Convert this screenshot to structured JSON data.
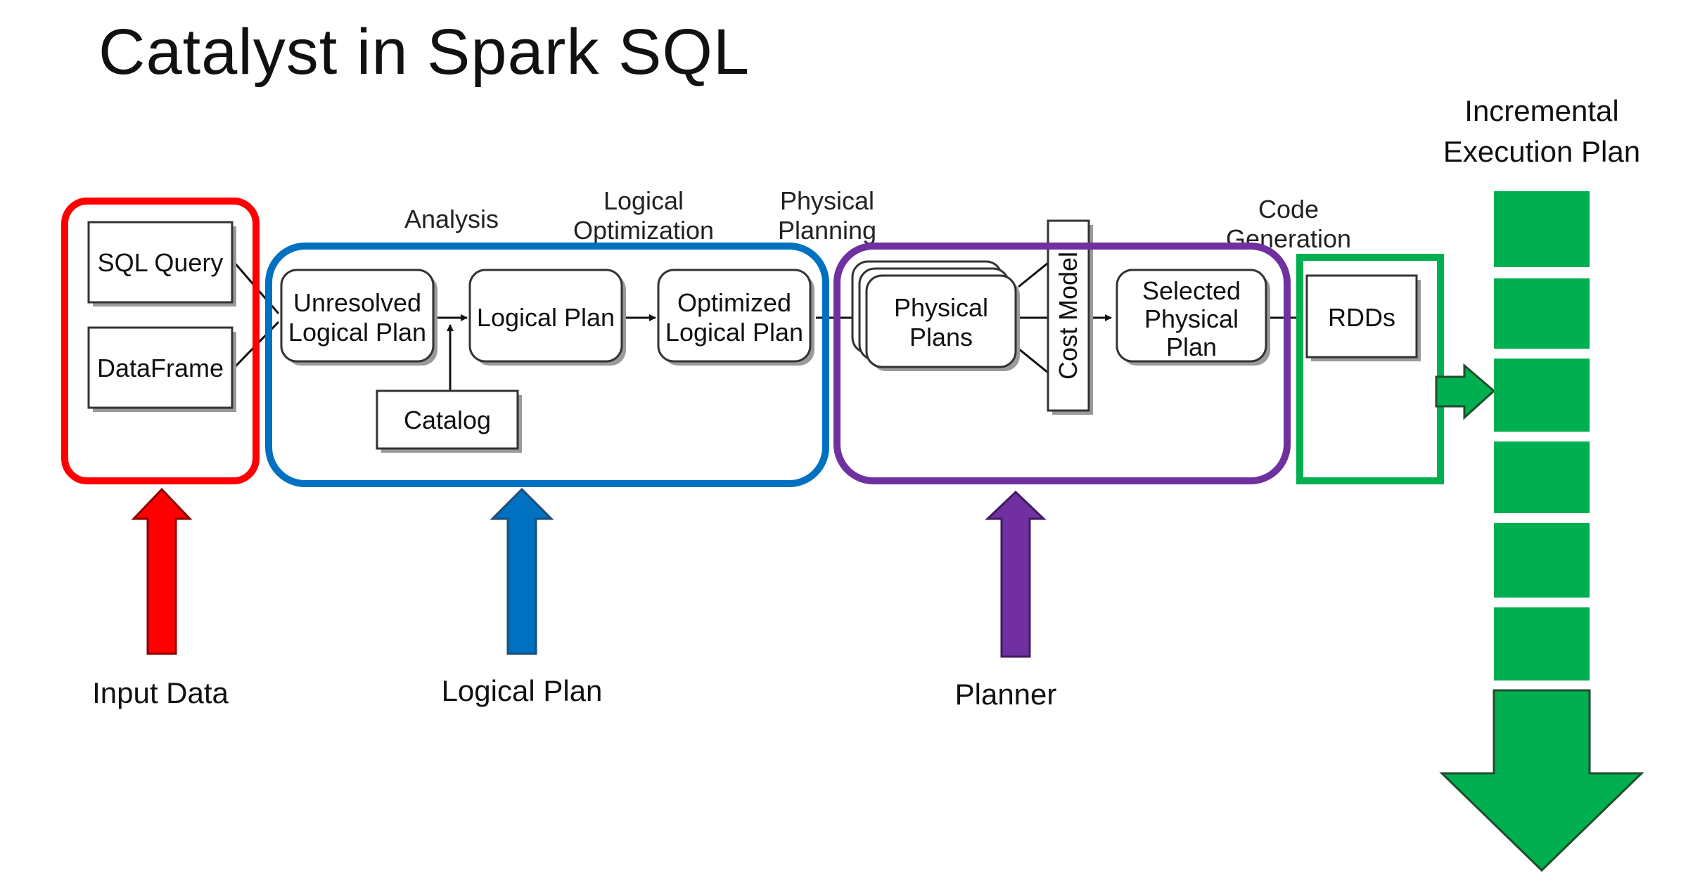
{
  "title": "Catalyst in Spark SQL",
  "stage_labels": {
    "analysis": "Analysis",
    "logical_optimization": [
      "Logical",
      "Optimization"
    ],
    "physical_planning": [
      "Physical",
      "Planning"
    ],
    "code_generation": [
      "Code",
      "Generation"
    ]
  },
  "nodes": {
    "sql_query": "SQL Query",
    "dataframe": "DataFrame",
    "unresolved_logical_plan": [
      "Unresolved",
      "Logical Plan"
    ],
    "logical_plan": "Logical Plan",
    "optimized_logical_plan": [
      "Optimized",
      "Logical Plan"
    ],
    "catalog": "Catalog",
    "physical_plans": [
      "Physical",
      "Plans"
    ],
    "cost_model": "Cost Model",
    "selected_physical_plan": [
      "Selected",
      "Physical",
      "Plan"
    ],
    "rdds": "RDDs"
  },
  "execution_plan_label": [
    "Incremental",
    "Execution Plan"
  ],
  "captions": {
    "input_data": "Input Data",
    "logical_plan": "Logical Plan",
    "planner": "Planner"
  },
  "colors": {
    "input_data": "#ff0000",
    "logical_plan": "#0070c0",
    "planner": "#7030a0",
    "code_generation": "#00b050"
  }
}
